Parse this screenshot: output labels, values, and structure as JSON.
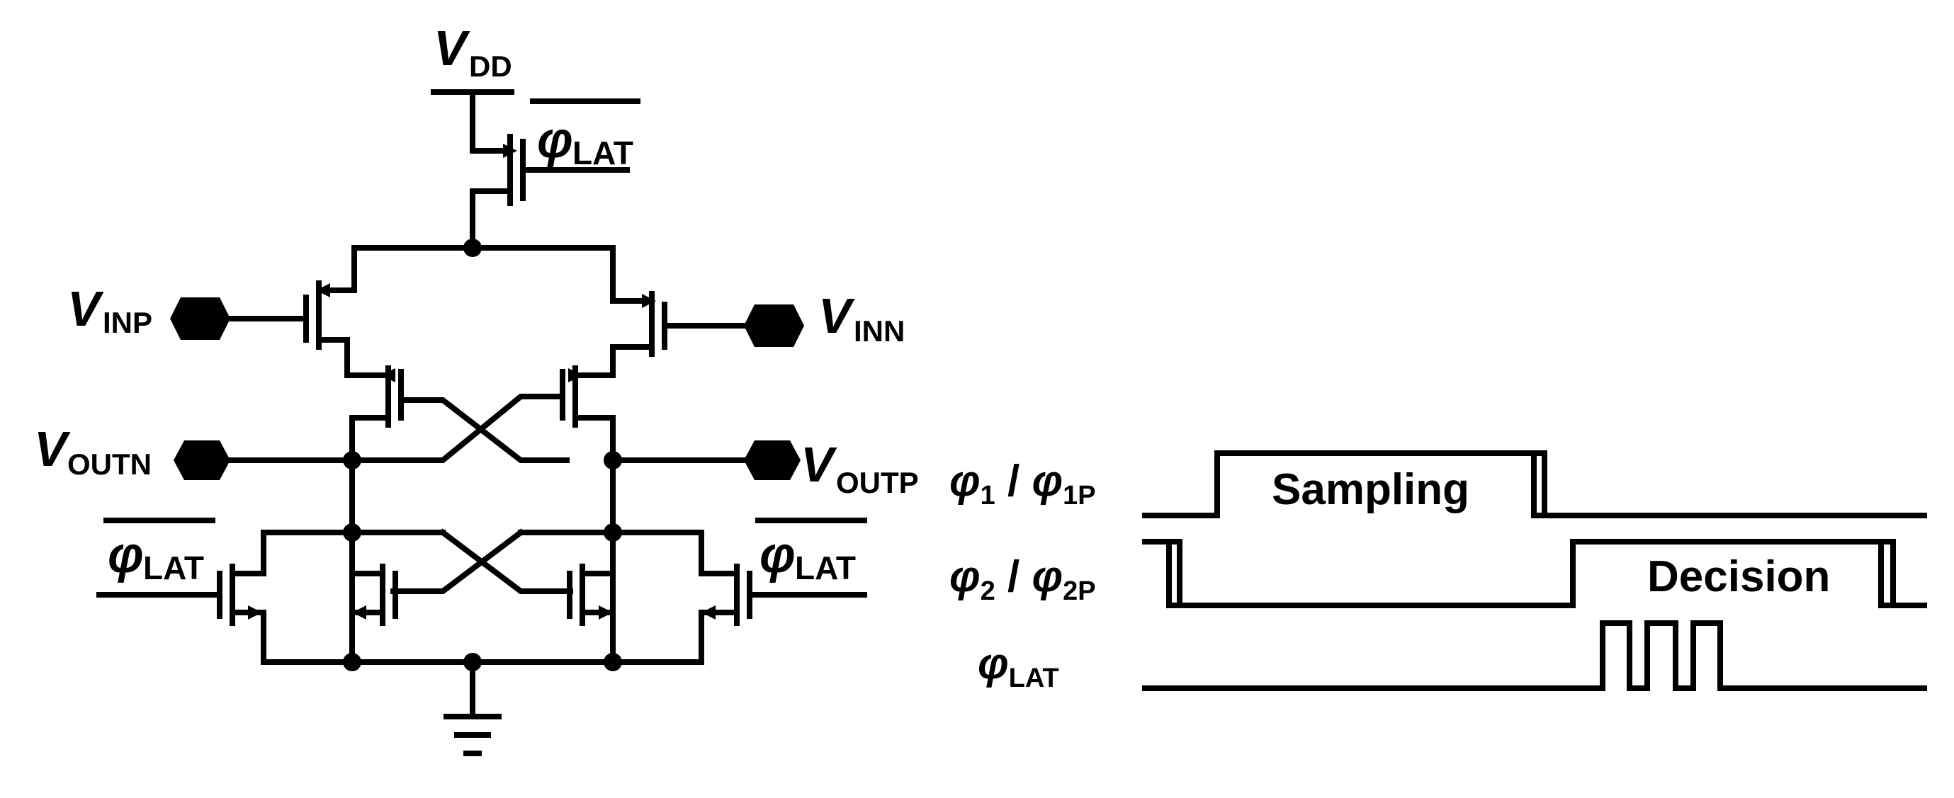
{
  "circuit": {
    "supply": {
      "main": "V",
      "sub": "DD"
    },
    "inputs": {
      "inp": {
        "main": "V",
        "sub": "INP"
      },
      "inn": {
        "main": "V",
        "sub": "INN"
      }
    },
    "outputs": {
      "outn": {
        "main": "V",
        "sub": "OUTN"
      },
      "outp": {
        "main": "V",
        "sub": "OUTP"
      }
    },
    "clock_label": {
      "main": "φ",
      "sub": "LAT",
      "overbar": true
    }
  },
  "timing": {
    "signals": [
      {
        "id": "phi1",
        "label": {
          "a": "φ",
          "a_sub": "1",
          "sep": " / ",
          "b": "φ",
          "b_sub": "1P"
        }
      },
      {
        "id": "phi2",
        "label": {
          "a": "φ",
          "a_sub": "2",
          "sep": " / ",
          "b": "φ",
          "b_sub": "2P"
        }
      },
      {
        "id": "philat",
        "label": {
          "a": "φ",
          "a_sub": "LAT"
        }
      }
    ],
    "phases": {
      "sampling": "Sampling",
      "decision": "Decision"
    }
  }
}
